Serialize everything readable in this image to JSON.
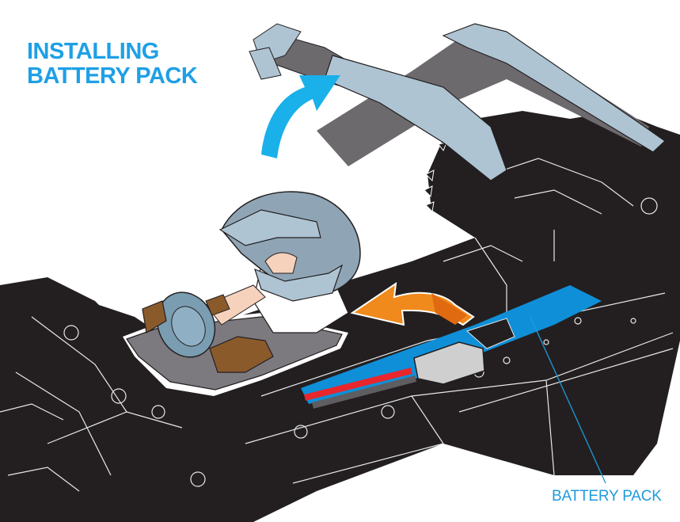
{
  "title": {
    "line1": "INSTALLING",
    "line2": "BATTERY PACK"
  },
  "callouts": {
    "battery_pack_label": "BATTERY PACK"
  },
  "icons": {
    "lift_arrow": "curved-up-arrow",
    "insert_arrow": "curved-left-arrow"
  },
  "colors": {
    "title_blue": "#1ea0e6",
    "label_blue": "#1e9bdc",
    "chassis_black": "#231f20",
    "battery_blue": "#0f8fd8",
    "arrow_blue": "#1ab0ea",
    "arrow_orange": "#f08a1c",
    "body_gray_blue": "#aec4d3",
    "frame_gray": "#6d6a6e",
    "glove_brown": "#8b5a2b",
    "wire_red": "#e8262c",
    "wire_gray": "#5e5d60",
    "connector_gray": "#cfcfcf"
  }
}
